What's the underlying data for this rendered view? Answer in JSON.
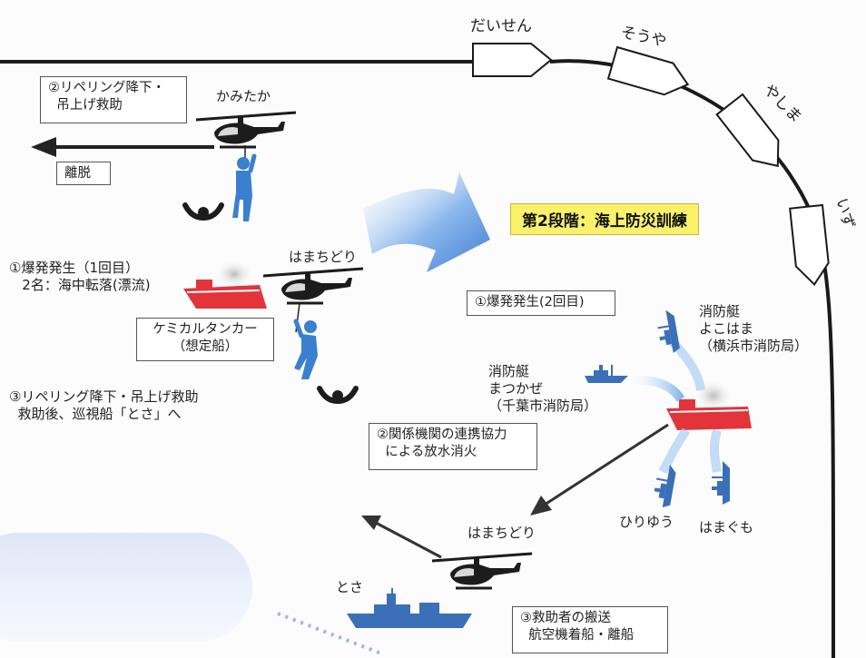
{
  "title": "第2段階：海上防災訓練",
  "ships_top": [
    "だいせん",
    "そうや",
    "やしま",
    "いず"
  ],
  "helicopters": {
    "heli_1": "かみたか",
    "heli_2": "はまちどり",
    "heli_3": "はまちどり"
  },
  "boxes": {
    "rappel_1": "②リペリング降下・\n  吊上げ救助",
    "leave": "離脱",
    "tanker": "ケミカルタンカー\n（想定船）",
    "explosion_2": "①爆発発生(2回目)",
    "cooperation": "②関係機関の連携協力\n  による放水消火",
    "transport": "③救助者の搬送\n  航空機着船・離船"
  },
  "labels": {
    "explosion_1": "①爆発発生（1回目）\n   2名：海中転落(漂流)",
    "rappel_3": "③リペリング降下・吊上げ救助\n  救助後、巡視船「とさ」へ",
    "fireboat_yokohama": "消防艇\nよこはま\n（横浜市消防局）",
    "fireboat_matsukaze": "消防艇\nまつかぜ\n（千葉市消防局）",
    "hiryu": "ひりゆう",
    "hamagumo": "はまぐも",
    "tosa": "とさ"
  },
  "colors": {
    "tanker_red": "#e2343a",
    "person_blue": "#3a7fd0",
    "ship_blue": "#3b6fb8",
    "heli_dark": "#1c1c1c",
    "title_yellow": "#fbf06a",
    "arrow_blue": "#3d7fd6"
  }
}
